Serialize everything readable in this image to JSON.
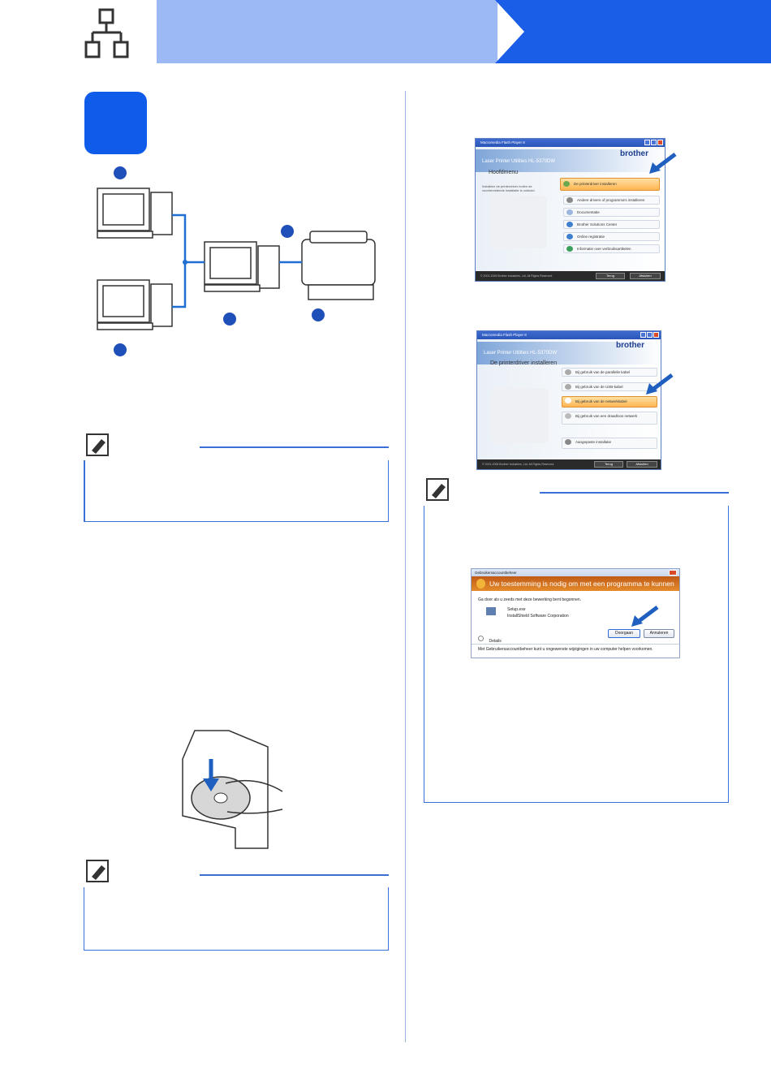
{
  "colors": {
    "header_light": "#9cb8f5",
    "header_dark": "#1a5ee8",
    "accent": "#0f5bea",
    "note_border": "#3a6fd8"
  },
  "header": {
    "icon": "network-icon"
  },
  "dialog1": {
    "window_title": "Macromedia Flash Player 8",
    "brand": "brother",
    "product": "Laser Printer Utilities  HL-5370DW",
    "heading": "Hoofdmenu",
    "description": "Installeer de printerdriver indien de voorbereidende installatie is voltooid.",
    "menu": [
      "De printerdriver installeren",
      "Andere drivers of programma's installeren",
      "Documentatie",
      "Brother Solutions Center",
      "Online registratie",
      "Informatie over verbruiksartikelen"
    ],
    "footer": "© 2001-2006 Brother Industries, Ltd. All Rights Reserved.",
    "btn_back": "Terug",
    "btn_close": "Afsluiten"
  },
  "dialog2": {
    "window_title": "Macromedia Flash Player 8",
    "brand": "brother",
    "product": "Laser Printer Utilities  HL-5370DW",
    "heading": "De printerdriver installeren",
    "menu": [
      "Bij gebruik van de parallelle kabel",
      "Bij gebruik van de USB-kabel",
      "Bij gebruik van de netwerkkabel",
      "Bij gebruik van een draadloos netwerk",
      "Aangepaste installatie"
    ],
    "footer": "© 2001-2006 Brother Industries, Ltd. All Rights Reserved.",
    "btn_back": "Terug",
    "btn_close": "Afsluiten"
  },
  "uac": {
    "window_title": "Gebruikersaccountbeheer",
    "headline": "Uw toestemming is nodig om met een programma te kunnen doorgaan",
    "instruction": "Ga door als u zeeds met deze bewerking bent begonnen.",
    "program": "Setup.exe",
    "publisher": "InstallShield Software Corporation",
    "details": "Details",
    "btn_continue": "Doorgaan",
    "btn_cancel": "Annuleren",
    "footer": "Met Gebruikersaccountbeheer kunt u ongewenste wijzigingen in uw computer helpen voorkomen."
  }
}
